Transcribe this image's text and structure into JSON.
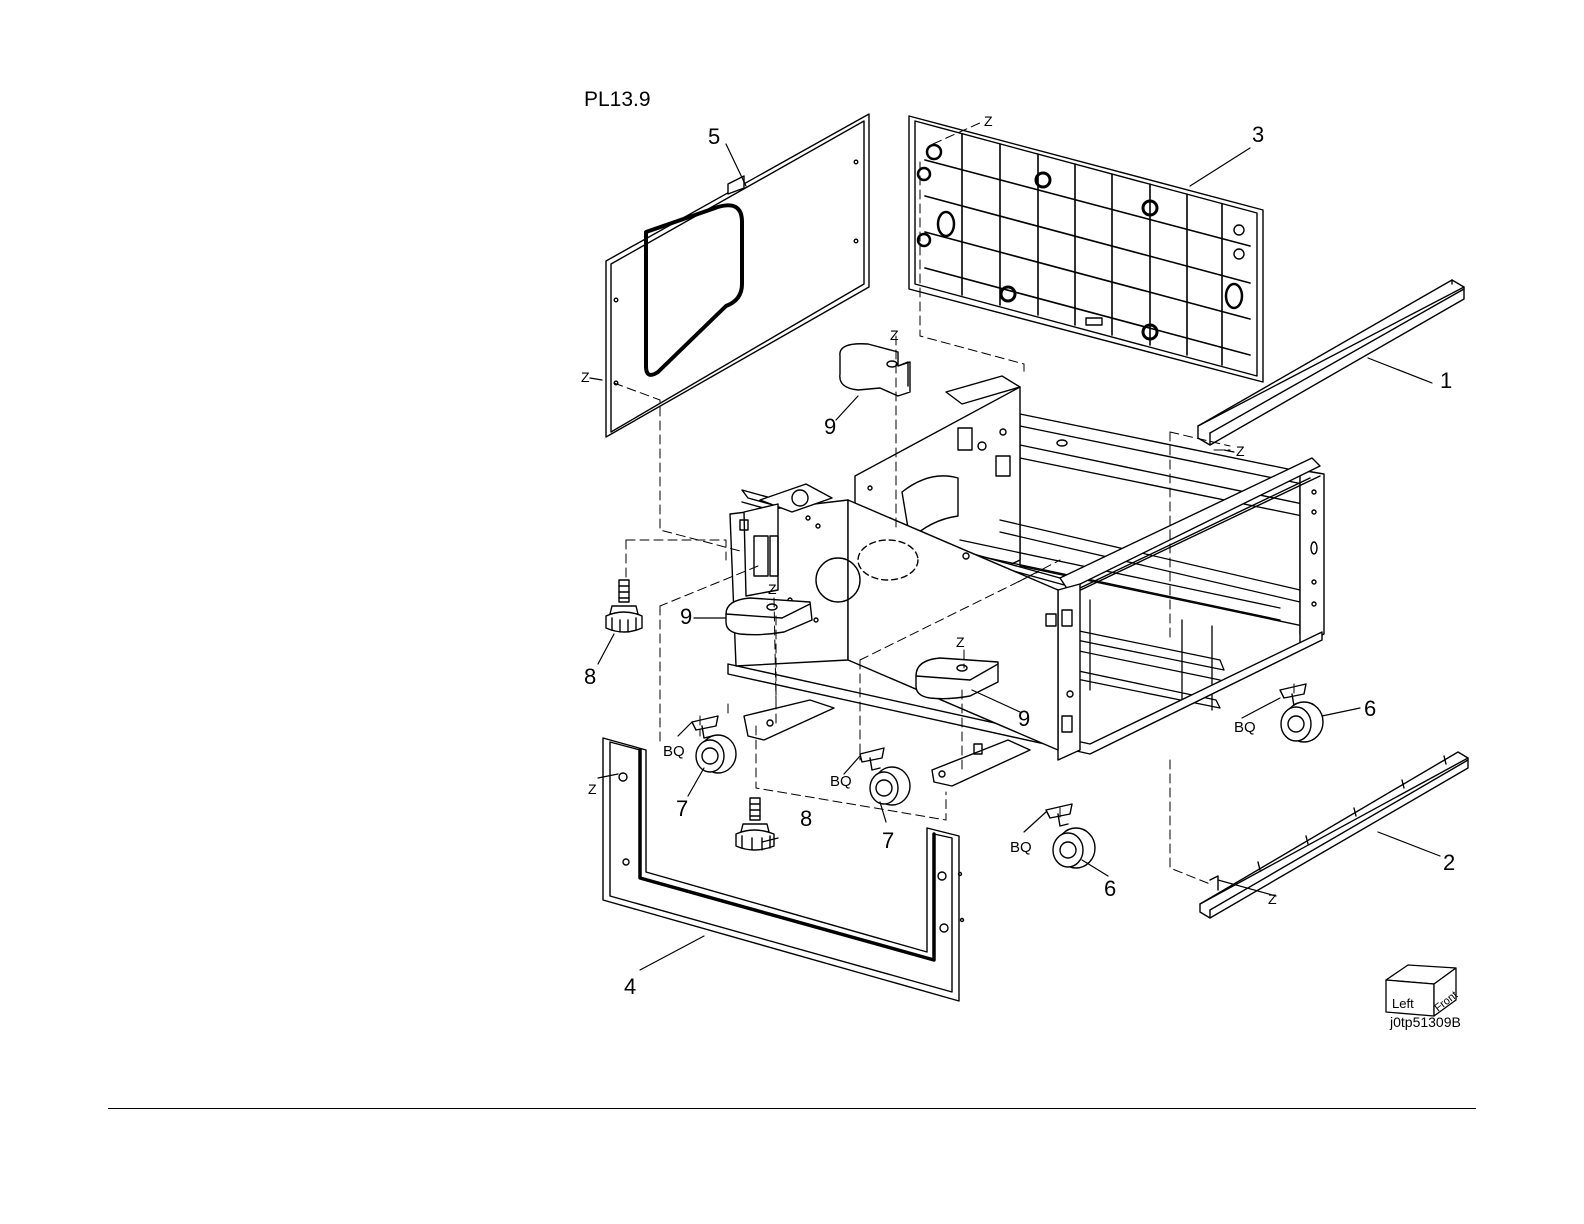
{
  "figure": {
    "title": "PL13.9",
    "catalog_id": "j0tp51309B",
    "orientation_cube": {
      "left_label": "Left",
      "front_label": "Front"
    }
  },
  "callouts": {
    "c1": "1",
    "c2": "2",
    "c3": "3",
    "c4": "4",
    "c5": "5",
    "c6a": "6",
    "c6b": "6",
    "c7a": "7",
    "c7b": "7",
    "c8a": "8",
    "c8b": "8",
    "c9a": "9",
    "c9b": "9",
    "c9c": "9"
  },
  "markers": {
    "z": "Z",
    "bq": "BQ"
  },
  "colors": {
    "line": "#000000",
    "background": "#ffffff",
    "fill": "#ffffff"
  }
}
